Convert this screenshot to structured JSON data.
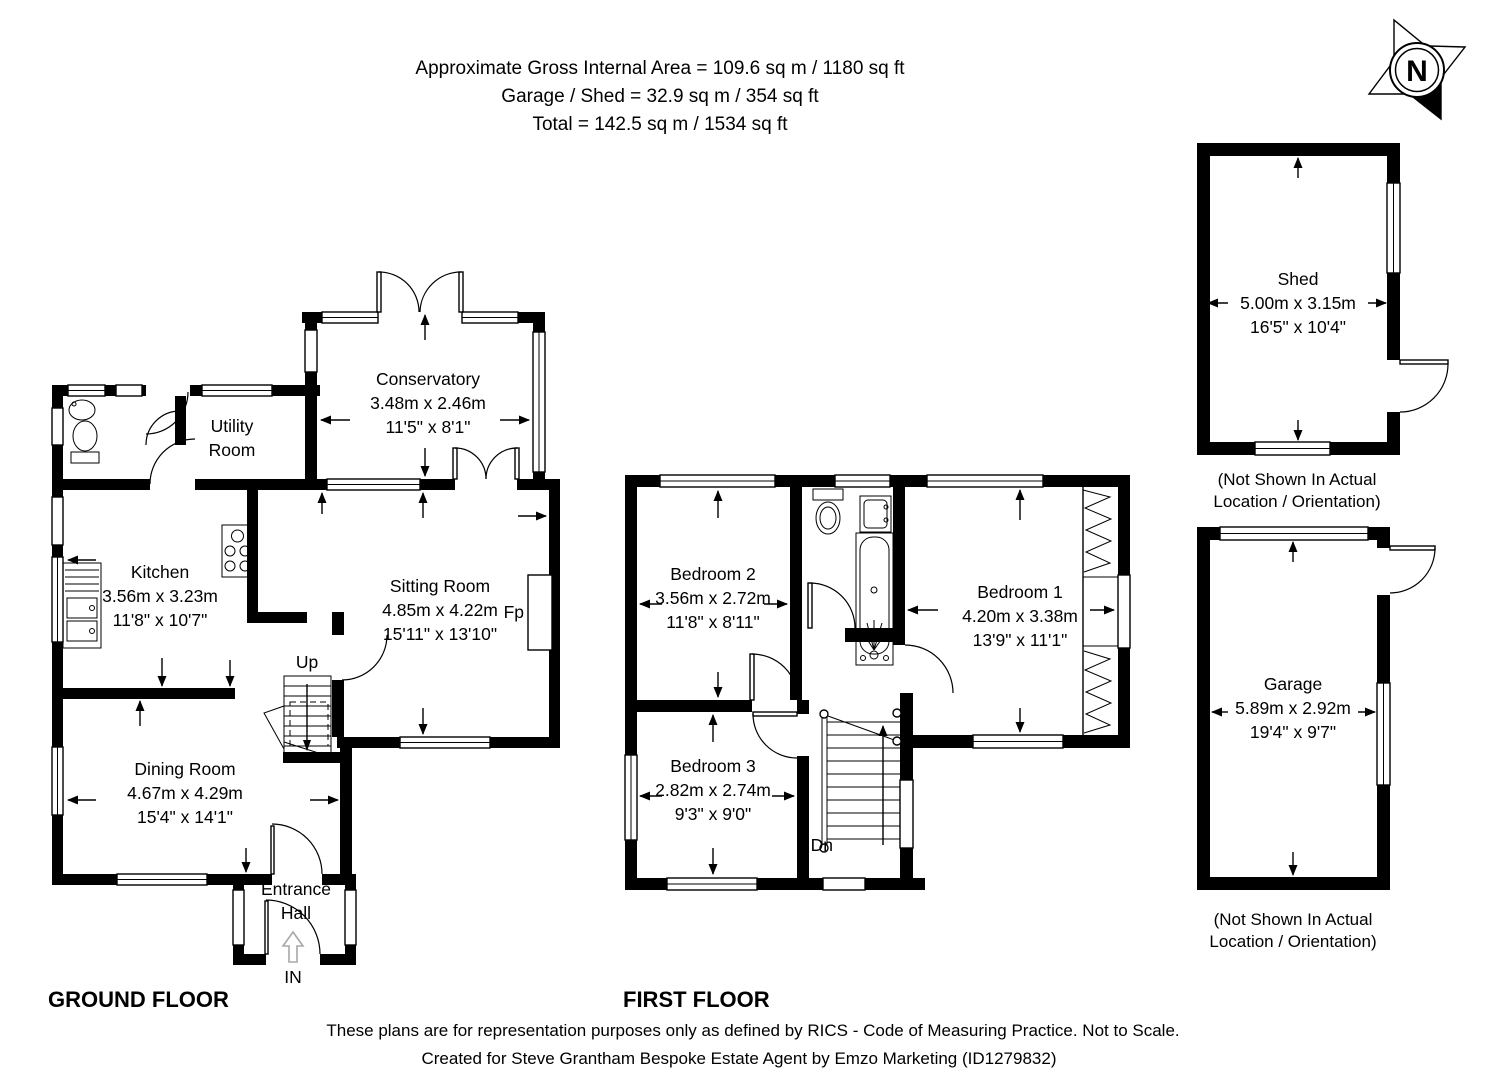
{
  "header": {
    "line1": "Approximate Gross Internal Area = 109.6 sq m / 1180 sq ft",
    "line2": "Garage / Shed = 32.9 sq m / 354 sq ft",
    "line3": "Total = 142.5 sq m / 1534 sq ft"
  },
  "compass": {
    "north": "N"
  },
  "ground_floor": {
    "title": "GROUND FLOOR",
    "utility": {
      "line1": "Utility",
      "line2": "Room"
    },
    "conservatory": {
      "name": "Conservatory",
      "metric": "3.48m x 2.46m",
      "imperial": "11'5\" x 8'1\""
    },
    "kitchen": {
      "name": "Kitchen",
      "metric": "3.56m x 3.23m",
      "imperial": "11'8\" x 10'7\""
    },
    "sitting_room": {
      "name": "Sitting Room",
      "metric": "4.85m x 4.22m",
      "imperial": "15'11\" x 13'10\""
    },
    "dining_room": {
      "name": "Dining Room",
      "metric": "4.67m x 4.29m",
      "imperial": "15'4\" x 14'1\""
    },
    "entrance_hall": {
      "line1": "Entrance",
      "line2": "Hall"
    },
    "fireplace": "Fp",
    "up": "Up",
    "in": "IN"
  },
  "first_floor": {
    "title": "FIRST FLOOR",
    "bedroom1": {
      "name": "Bedroom 1",
      "metric": "4.20m x 3.38m",
      "imperial": "13'9\" x 11'1\""
    },
    "bedroom2": {
      "name": "Bedroom 2",
      "metric": "3.56m x 2.72m",
      "imperial": "11'8\" x 8'11\""
    },
    "bedroom3": {
      "name": "Bedroom 3",
      "metric": "2.82m x 2.74m",
      "imperial": "9'3\" x 9'0\""
    },
    "dn": "Dn"
  },
  "outbuildings": {
    "shed": {
      "name": "Shed",
      "metric": "5.00m x 3.15m",
      "imperial": "16'5\" x 10'4\"",
      "note1": "(Not Shown In Actual",
      "note2": "Location / Orientation)"
    },
    "garage": {
      "name": "Garage",
      "metric": "5.89m x 2.92m",
      "imperial": "19'4\" x 9'7\"",
      "note1": "(Not Shown In Actual",
      "note2": "Location / Orientation)"
    }
  },
  "footer": {
    "line1": "These plans are for representation purposes only as defined by RICS - Code of Measuring Practice. Not to Scale.",
    "line2": "Created for Steve Grantham Bespoke Estate Agent by Emzo Marketing (ID1279832)"
  },
  "colors": {
    "ink": "#000000",
    "paper": "#ffffff"
  }
}
